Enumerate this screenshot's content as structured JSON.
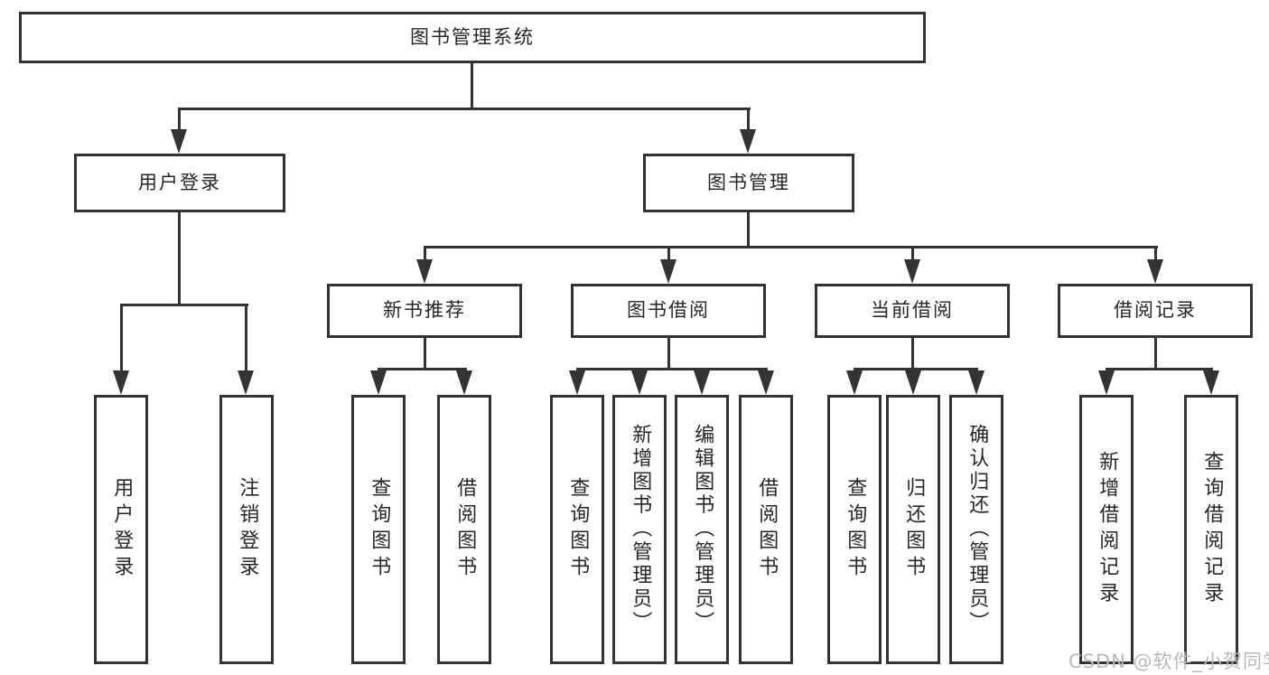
{
  "diagram": {
    "type": "hierarchy-org-chart",
    "nodes": {
      "root": "图书管理系统",
      "user_login": "用户登录",
      "book_management": "图书管理",
      "new_book_recommend": "新书推荐",
      "book_borrow": "图书借阅",
      "current_borrow": "当前借阅",
      "borrow_records": "借阅记录",
      "leaf_user_login": "用户登录",
      "leaf_logout": "注销登录",
      "leaf_nb_query_book": "查询图书",
      "leaf_nb_borrow_book": "借阅图书",
      "leaf_bb_query_book": "查询图书",
      "leaf_bb_add_book": "新增图书（管理员）",
      "leaf_bb_edit_book": "编辑图书（管理员）",
      "leaf_bb_borrow_book": "借阅图书",
      "leaf_cb_query_book": "查询图书",
      "leaf_cb_return_book": "归还图书",
      "leaf_cb_confirm_return": "确认归还（管理员）",
      "leaf_br_add_record": "新增借阅记录",
      "leaf_br_query_record": "查询借阅记录"
    },
    "edges": [
      [
        "图书管理系统",
        "用户登录"
      ],
      [
        "图书管理系统",
        "图书管理"
      ],
      [
        "用户登录",
        "用户登录"
      ],
      [
        "用户登录",
        "注销登录"
      ],
      [
        "图书管理",
        "新书推荐"
      ],
      [
        "图书管理",
        "图书借阅"
      ],
      [
        "图书管理",
        "当前借阅"
      ],
      [
        "图书管理",
        "借阅记录"
      ],
      [
        "新书推荐",
        "查询图书"
      ],
      [
        "新书推荐",
        "借阅图书"
      ],
      [
        "图书借阅",
        "查询图书"
      ],
      [
        "图书借阅",
        "新增图书（管理员）"
      ],
      [
        "图书借阅",
        "编辑图书（管理员）"
      ],
      [
        "图书借阅",
        "借阅图书"
      ],
      [
        "当前借阅",
        "查询图书"
      ],
      [
        "当前借阅",
        "归还图书"
      ],
      [
        "当前借阅",
        "确认归还（管理员）"
      ],
      [
        "借阅记录",
        "新增借阅记录"
      ],
      [
        "借阅记录",
        "查询借阅记录"
      ]
    ],
    "watermark": "CSDN @软件_小贺同学",
    "colors": {
      "line": "#333333",
      "box_border": "#333333",
      "box_background": "#ffffff",
      "text": "#262626",
      "watermark": "#b9b9b9"
    }
  }
}
